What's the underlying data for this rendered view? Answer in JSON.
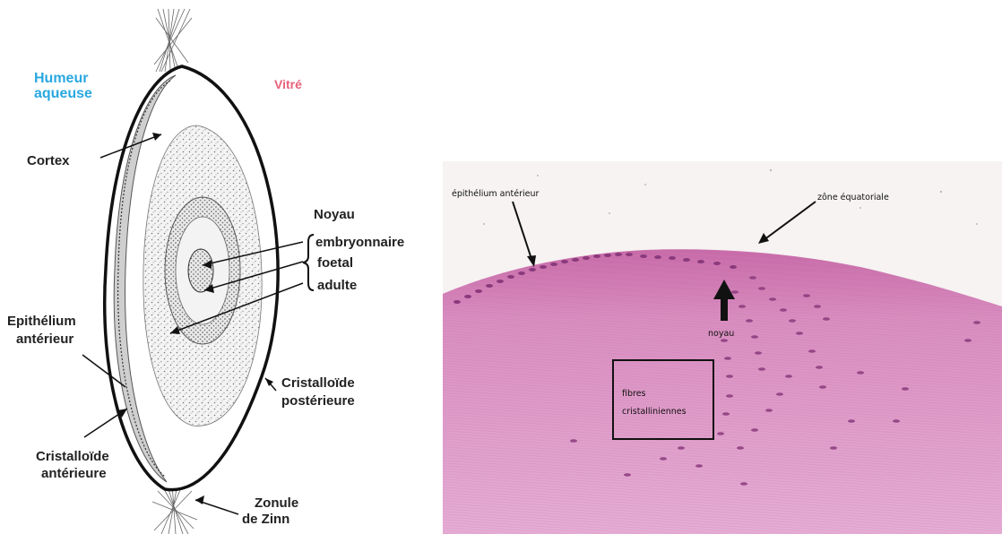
{
  "diagram": {
    "labels": {
      "humeur_line1": "Humeur",
      "humeur_line2": "aqueuse",
      "vitre": "Vitré",
      "cortex": "Cortex",
      "noyau": "Noyau",
      "embryonnaire": "embryonnaire",
      "foetal": "foetal",
      "adulte": "adulte",
      "epithelium_line1": "Epithélium",
      "epithelium_line2": "antérieur",
      "crist_post_line1": "Cristalloïde",
      "crist_post_line2": "postérieure",
      "crist_ant_line1": "Cristalloïde",
      "crist_ant_line2": "antérieure",
      "zonule_line1": "Zonule",
      "zonule_line2": "de Zinn"
    },
    "colors": {
      "aqueous": "#29a8e0",
      "vitreous": "#e8607a"
    }
  },
  "histology": {
    "labels": {
      "epithelium_anterieur": "épithélium antérieur",
      "zone_equatoriale": "zône équatoriale",
      "noyau": "noyau",
      "fibres_line1": "fibres",
      "fibres_line2": "cristalliniennes"
    },
    "colors": {
      "stain": "#d98ec0",
      "nuclei": "#8a3a7c"
    }
  }
}
